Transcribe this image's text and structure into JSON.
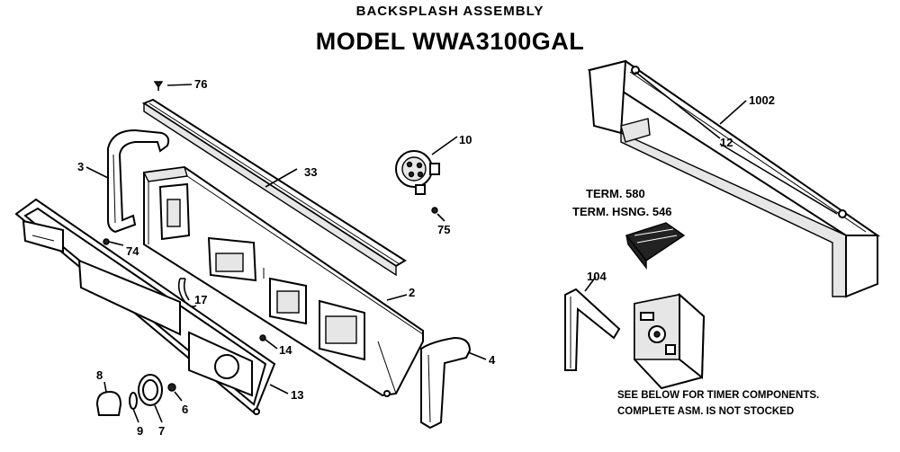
{
  "header": {
    "subtitle": "BACKSPLASH ASSEMBLY",
    "title": "MODEL WWA3100GAL"
  },
  "callouts": {
    "c76": "76",
    "c3": "3",
    "c33": "33",
    "c10": "10",
    "c75": "75",
    "c74": "74",
    "c17": "17",
    "c2": "2",
    "c14": "14",
    "c4": "4",
    "c13": "13",
    "c8": "8",
    "c9": "9",
    "c7": "7",
    "c6": "6",
    "c1002": "1002",
    "c12": "12",
    "c104": "104"
  },
  "terminals": {
    "term": "TERM. 580",
    "term_hsng": "TERM. HSNG. 546"
  },
  "note": {
    "line1": "SEE BELOW FOR TIMER COMPONENTS.",
    "line2": "COMPLETE ASM. IS NOT STOCKED"
  }
}
